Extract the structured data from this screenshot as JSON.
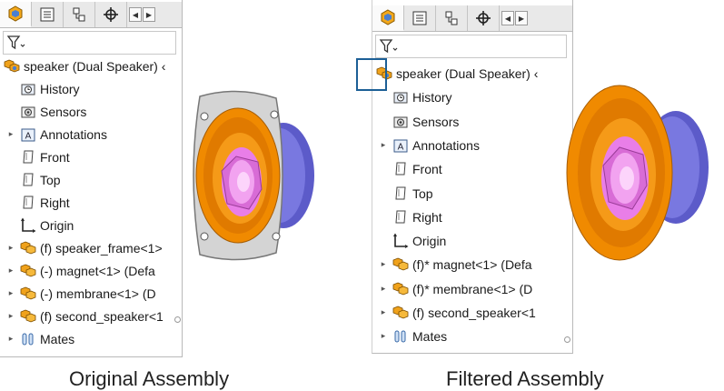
{
  "left_panel": {
    "tree": [
      {
        "label": "speaker (Dual Speaker)",
        "icon": "assembly-icon",
        "caret": false,
        "suffix": "‹"
      },
      {
        "label": "History",
        "icon": "history-icon",
        "caret": false
      },
      {
        "label": "Sensors",
        "icon": "sensors-icon",
        "caret": false
      },
      {
        "label": "Annotations",
        "icon": "annotations-icon",
        "caret": true
      },
      {
        "label": "Front",
        "icon": "plane-icon",
        "caret": false
      },
      {
        "label": "Top",
        "icon": "plane-icon",
        "caret": false
      },
      {
        "label": "Right",
        "icon": "plane-icon",
        "caret": false
      },
      {
        "label": "Origin",
        "icon": "origin-icon",
        "caret": false
      },
      {
        "label": "(f) speaker_frame<1>",
        "icon": "part-icon",
        "caret": true
      },
      {
        "label": "(-) magnet<1> (Defa",
        "icon": "part-icon",
        "caret": true
      },
      {
        "label": "(-) membrane<1> (D",
        "icon": "part-icon",
        "caret": true
      },
      {
        "label": "(f) second_speaker<1",
        "icon": "part-icon",
        "caret": true
      },
      {
        "label": "Mates",
        "icon": "mates-icon",
        "caret": true
      }
    ]
  },
  "right_panel": {
    "tree": [
      {
        "label": "speaker (Dual Speaker)",
        "icon": "assembly-icon",
        "caret": false,
        "suffix": "‹"
      },
      {
        "label": "History",
        "icon": "history-icon",
        "caret": false
      },
      {
        "label": "Sensors",
        "icon": "sensors-icon",
        "caret": false
      },
      {
        "label": "Annotations",
        "icon": "annotations-icon",
        "caret": true
      },
      {
        "label": "Front",
        "icon": "plane-icon",
        "caret": false
      },
      {
        "label": "Top",
        "icon": "plane-icon",
        "caret": false
      },
      {
        "label": "Right",
        "icon": "plane-icon",
        "caret": false
      },
      {
        "label": "Origin",
        "icon": "origin-icon",
        "caret": false
      },
      {
        "label": "(f)* magnet<1> (Defa",
        "icon": "part-icon",
        "caret": true
      },
      {
        "label": "(f)* membrane<1> (D",
        "icon": "part-icon",
        "caret": true
      },
      {
        "label": "(f) second_speaker<1",
        "icon": "part-icon",
        "caret": true
      },
      {
        "label": "Mates",
        "icon": "mates-icon",
        "caret": true
      }
    ]
  },
  "tabs": [
    "feature-manager-icon",
    "property-manager-icon",
    "configuration-manager-icon",
    "dimxpert-icon"
  ],
  "captions": {
    "left": "Original Assembly",
    "right": "Filtered Assembly"
  },
  "colors": {
    "highlight": "#1c5f96",
    "speaker_orange": "#f08a00",
    "speaker_pink": "#e97ee8",
    "speaker_blue": "#6d6cd8",
    "frame_gray": "#cfcfcf"
  }
}
